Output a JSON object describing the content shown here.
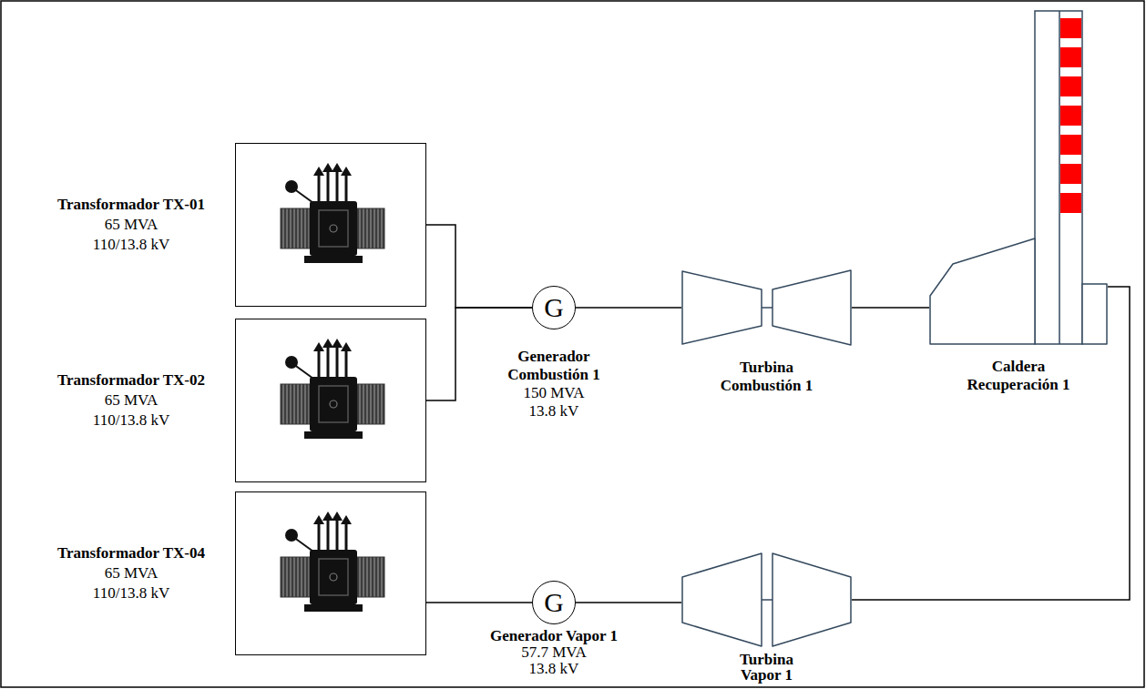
{
  "diagram": {
    "nodes": [
      {
        "text": [
          "Transformador TX-01",
          "65 MVA",
          "110/13.8 kV"
        ]
      },
      {
        "text": [
          "Transformador TX-02",
          "65 MVA",
          "110/13.8 kV"
        ]
      },
      {
        "text": [
          "G",
          "Generador Combustión 1",
          "150 MVA",
          "13.8 kV"
        ]
      },
      {
        "text": [
          "Turbina Combustión 1"
        ]
      },
      {
        "text": [
          "Caldera Recuperación 1"
        ]
      },
      {
        "text": [
          "Transformador TX-04",
          "65 MVA",
          "110/13.8 kV"
        ]
      },
      {
        "text": [
          "G",
          "Generador Vapor 1",
          "57.7 MVA",
          "13.8 kV"
        ]
      },
      {
        "text": [
          "Turbina Vapor 1"
        ]
      }
    ],
    "edges": [
      {
        "from": 0,
        "to": 2,
        "arrow": "none"
      },
      {
        "from": 1,
        "to": 2,
        "arrow": "none"
      },
      {
        "from": 2,
        "to": 3,
        "arrow": "none"
      },
      {
        "from": 3,
        "to": 4,
        "arrow": "none"
      },
      {
        "from": 4,
        "to": 7,
        "arrow": "none"
      },
      {
        "from": 7,
        "to": 6,
        "arrow": "none"
      },
      {
        "from": 6,
        "to": 5,
        "arrow": "none"
      }
    ]
  }
}
